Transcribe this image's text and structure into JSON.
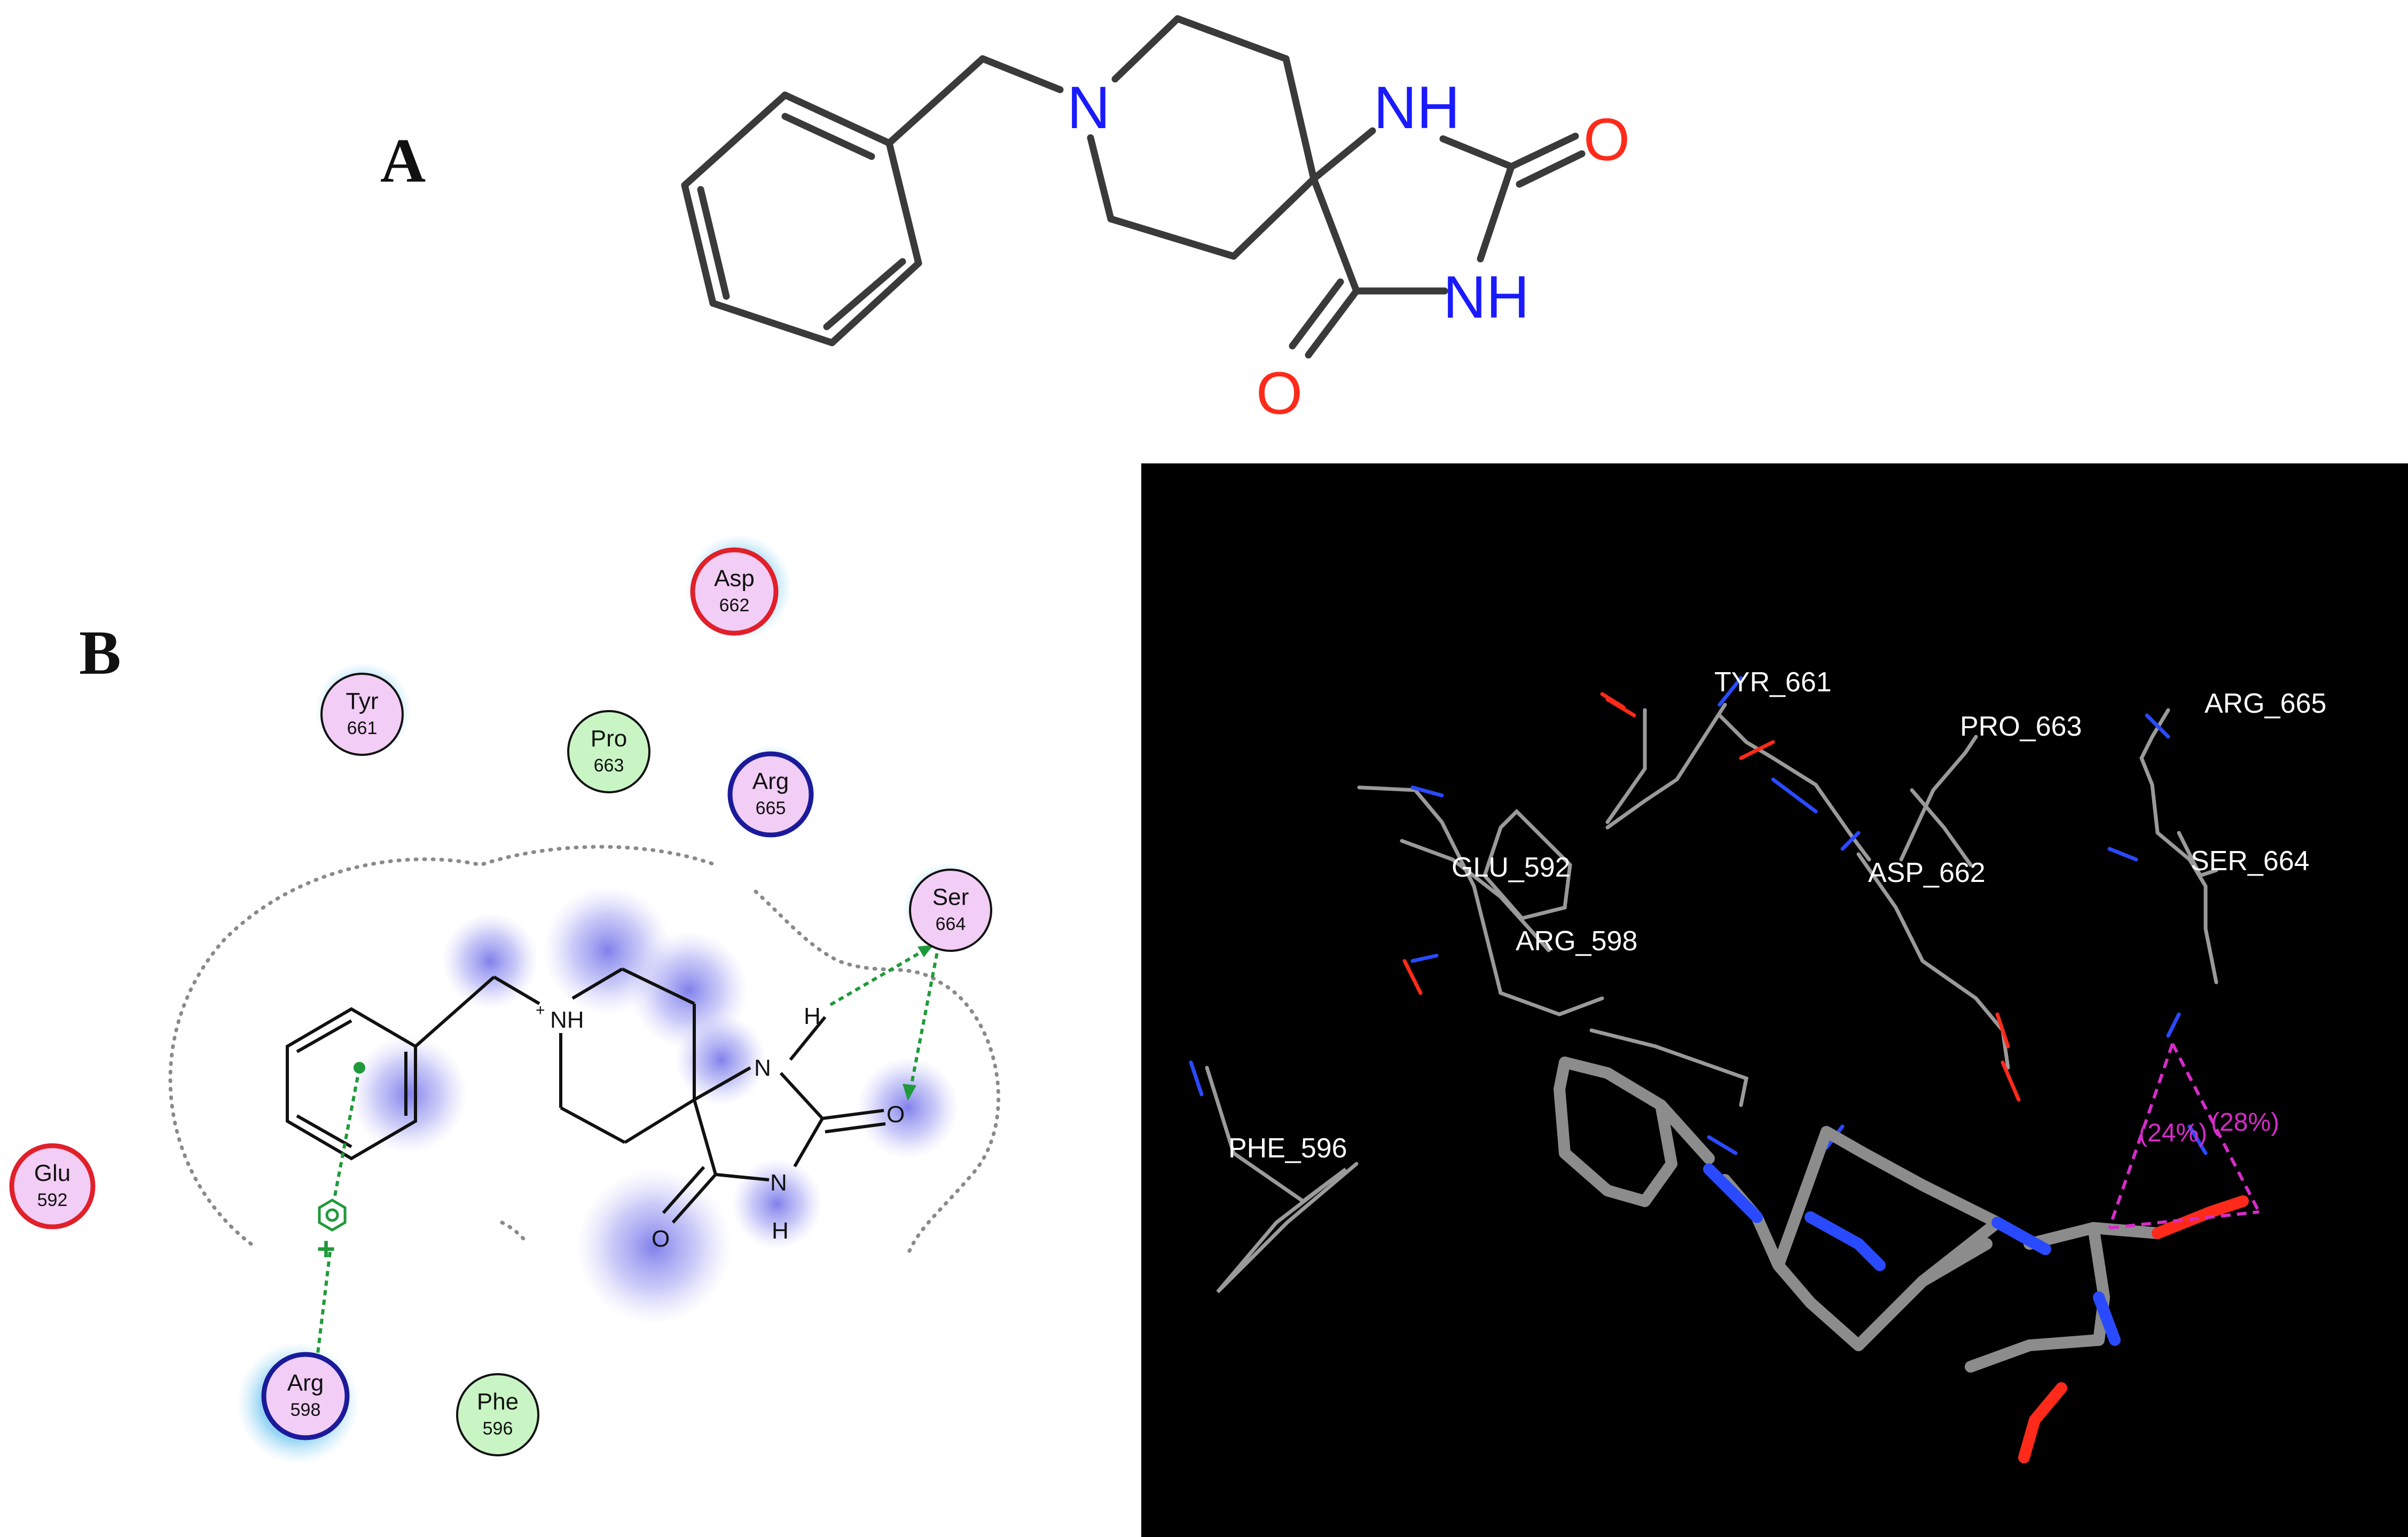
{
  "panels": {
    "a": {
      "label": "A",
      "atoms": {
        "n_ring": "N",
        "nh_top": "NH",
        "nh_bottom": "NH",
        "o_right": "O",
        "o_bottom": "O"
      }
    },
    "b": {
      "label": "B",
      "residues": [
        {
          "name": "Asp",
          "number": "662"
        },
        {
          "name": "Tyr",
          "number": "661"
        },
        {
          "name": "Pro",
          "number": "663"
        },
        {
          "name": "Arg",
          "number": "665"
        },
        {
          "name": "Ser",
          "number": "664"
        },
        {
          "name": "Glu",
          "number": "592"
        },
        {
          "name": "Arg",
          "number": "598"
        },
        {
          "name": "Phe",
          "number": "596"
        }
      ],
      "ligand_atoms": {
        "nh_plus": "NH",
        "plus": "+",
        "n": "N",
        "h": "H",
        "o_right": "O",
        "nh_low": "N",
        "h_low": "H",
        "o_left": "O"
      },
      "cation_pi_symbol": "+"
    },
    "c": {
      "residue_labels": [
        "TYR_661",
        "PRO_663",
        "ARG_665",
        "GLU_592",
        "ASP_662",
        "SER_664",
        "ARG_598",
        "PHE_596"
      ],
      "percentages": [
        "(24%)",
        "(28%)"
      ]
    }
  },
  "colors": {
    "background": "#ffffff",
    "bond": "#3a3a3a",
    "nitrogen": "#1a1aff",
    "oxygen": "#ff2a1a",
    "panel_c_background": "#000000",
    "hbond": "#1f9a3a",
    "acidic_residue": "#e0202a",
    "basic_residue": "#1a1a9a",
    "polar_residue_fill": "#f2cdf5",
    "hydrophobic_residue_fill": "#c9f5c4",
    "solvent_halo": "#a8dcf5",
    "exposure_blue": "#6a6ae8",
    "distance_magenta": "#d62cc8"
  }
}
